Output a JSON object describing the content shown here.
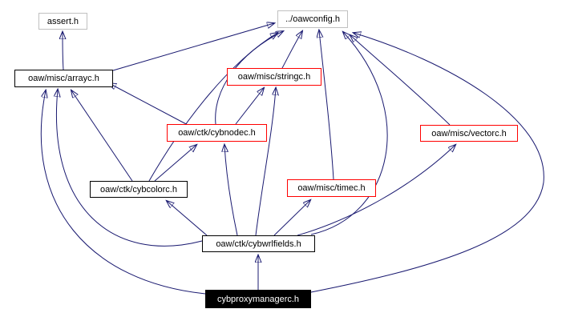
{
  "diagram": {
    "type": "include-dependency-graph",
    "nodes": [
      {
        "id": "assert",
        "label": "assert.h",
        "style": "plain"
      },
      {
        "id": "oawconfig",
        "label": "../oawconfig.h",
        "style": "plain"
      },
      {
        "id": "arrayc",
        "label": "oaw/misc/arrayc.h",
        "style": "black"
      },
      {
        "id": "stringc",
        "label": "oaw/misc/stringc.h",
        "style": "red"
      },
      {
        "id": "cybnodec",
        "label": "oaw/ctk/cybnodec.h",
        "style": "red"
      },
      {
        "id": "vectorc",
        "label": "oaw/misc/vectorc.h",
        "style": "red"
      },
      {
        "id": "cybcolorc",
        "label": "oaw/ctk/cybcolorc.h",
        "style": "black"
      },
      {
        "id": "timec",
        "label": "oaw/misc/timec.h",
        "style": "red"
      },
      {
        "id": "cybwrlfields",
        "label": "oaw/ctk/cybwrlfields.h",
        "style": "black"
      },
      {
        "id": "cybproxymanagerc",
        "label": "cybproxymanagerc.h",
        "style": "filled"
      }
    ],
    "edges": [
      {
        "from": "arrayc",
        "to": "assert"
      },
      {
        "from": "arrayc",
        "to": "oawconfig"
      },
      {
        "from": "stringc",
        "to": "oawconfig"
      },
      {
        "from": "cybnodec",
        "to": "oawconfig"
      },
      {
        "from": "cybnodec",
        "to": "arrayc"
      },
      {
        "from": "cybnodec",
        "to": "stringc"
      },
      {
        "from": "cybcolorc",
        "to": "oawconfig"
      },
      {
        "from": "cybcolorc",
        "to": "arrayc"
      },
      {
        "from": "cybcolorc",
        "to": "cybnodec"
      },
      {
        "from": "timec",
        "to": "oawconfig"
      },
      {
        "from": "vectorc",
        "to": "oawconfig"
      },
      {
        "from": "cybwrlfields",
        "to": "oawconfig"
      },
      {
        "from": "cybwrlfields",
        "to": "arrayc"
      },
      {
        "from": "cybwrlfields",
        "to": "stringc"
      },
      {
        "from": "cybwrlfields",
        "to": "cybnodec"
      },
      {
        "from": "cybwrlfields",
        "to": "cybcolorc"
      },
      {
        "from": "cybwrlfields",
        "to": "timec"
      },
      {
        "from": "cybwrlfields",
        "to": "vectorc"
      },
      {
        "from": "cybproxymanagerc",
        "to": "oawconfig"
      },
      {
        "from": "cybproxymanagerc",
        "to": "arrayc"
      },
      {
        "from": "cybproxymanagerc",
        "to": "cybwrlfields"
      }
    ],
    "colors": {
      "edge": "#191970",
      "border_red": "#ff0000",
      "border_black": "#000000",
      "border_gray": "#c0c0c0",
      "filled_bg": "#000000",
      "filled_text": "#ffffff",
      "background": "#ffffff"
    }
  }
}
